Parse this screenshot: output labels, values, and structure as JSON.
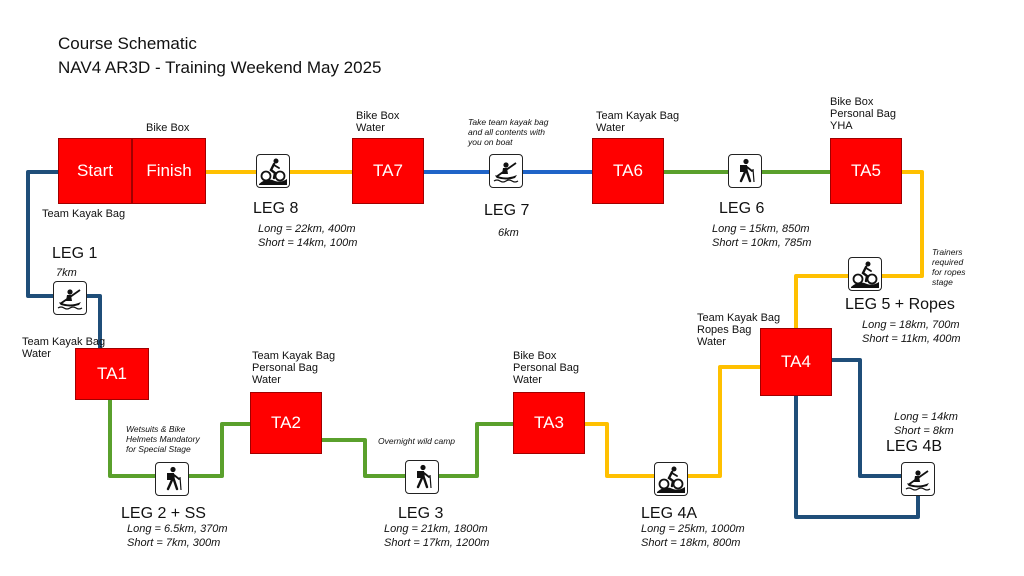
{
  "title": {
    "line1": "Course Schematic",
    "line2": "NAV4 AR3D - Training Weekend May 2025"
  },
  "colors": {
    "box": "#ff0000",
    "yellow": "#ffc000",
    "green": "#5aa02c",
    "blue": "#1f64c8",
    "teal": "#1f4e79"
  },
  "boxes": {
    "start": "Start",
    "finish": "Finish",
    "ta1": "TA1",
    "ta2": "TA2",
    "ta3": "TA3",
    "ta4": "TA4",
    "ta5": "TA5",
    "ta6": "TA6",
    "ta7": "TA7"
  },
  "labels": {
    "finish": "Bike Box",
    "start": "Team Kayak Bag",
    "ta1": [
      "Team Kayak Bag",
      "Water"
    ],
    "ta2": [
      "Team Kayak Bag",
      "Personal Bag",
      "Water"
    ],
    "ta3": [
      "Bike Box",
      "Personal Bag",
      "Water"
    ],
    "ta4": [
      "Team Kayak Bag",
      "Ropes Bag",
      "Water"
    ],
    "ta5": [
      "Bike Box",
      "Personal Bag",
      "YHA"
    ],
    "ta6": [
      "Team Kayak Bag",
      "Water"
    ],
    "ta7": [
      "Bike Box",
      "Water"
    ]
  },
  "legs": {
    "leg1": {
      "name": "LEG 1",
      "stats": [
        "7km"
      ],
      "icon": "kayak-icon"
    },
    "leg2": {
      "name": "LEG 2 + SS",
      "stats": [
        "Long = 6.5km, 370m",
        "Short = 7km, 300m"
      ],
      "icon": "hiker-icon",
      "note": [
        "Wetsuits & Bike",
        "Helmets Mandatory",
        "for Special Stage"
      ]
    },
    "leg3": {
      "name": "LEG 3",
      "stats": [
        "Long = 21km, 1800m",
        "Short = 17km, 1200m"
      ],
      "icon": "hiker-icon",
      "note": [
        "Overnight wild camp"
      ]
    },
    "leg4a": {
      "name": "LEG 4A",
      "stats": [
        "Long = 25km, 1000m",
        "Short = 18km, 800m"
      ],
      "icon": "cyclist-icon"
    },
    "leg4b": {
      "name": "LEG 4B",
      "stats": [
        "Long = 14km",
        "Short = 8km"
      ],
      "icon": "kayak-icon"
    },
    "leg5": {
      "name": "LEG 5 + Ropes",
      "stats": [
        "Long = 18km, 700m",
        "Short = 11km, 400m"
      ],
      "icon": "cyclist-icon",
      "note": [
        "Trainers",
        "required",
        "for ropes",
        "stage"
      ]
    },
    "leg6": {
      "name": "LEG 6",
      "stats": [
        "Long = 15km, 850m",
        "Short = 10km, 785m"
      ],
      "icon": "hiker-icon"
    },
    "leg7": {
      "name": "LEG 7",
      "stats": [
        "6km"
      ],
      "icon": "kayak-icon",
      "note": [
        "Take team kayak bag",
        "and all contents with",
        "you on boat"
      ]
    },
    "leg8": {
      "name": "LEG 8",
      "stats": [
        "Long = 22km, 400m",
        "Short = 14km, 100m"
      ],
      "icon": "cyclist-icon"
    }
  }
}
